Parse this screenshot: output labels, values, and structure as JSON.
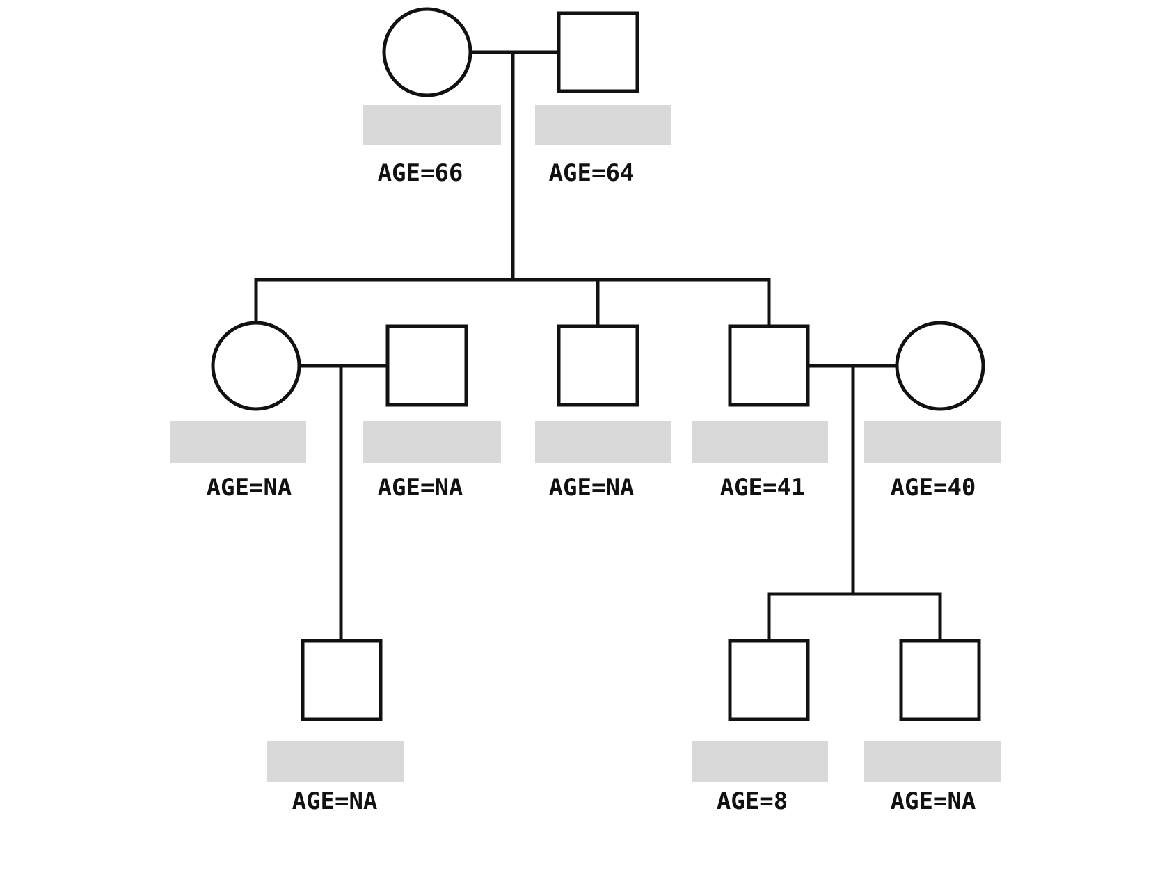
{
  "pedigree": {
    "people": [
      {
        "id": "gen1-female",
        "sex": "female",
        "age_label": "AGE=66"
      },
      {
        "id": "gen1-male",
        "sex": "male",
        "age_label": "AGE=64"
      },
      {
        "id": "gen2-female-1",
        "sex": "female",
        "age_label": "AGE=NA"
      },
      {
        "id": "gen2-male-spouse",
        "sex": "male",
        "age_label": "AGE=NA"
      },
      {
        "id": "gen2-male-2",
        "sex": "male",
        "age_label": "AGE=NA"
      },
      {
        "id": "gen2-male-3",
        "sex": "male",
        "age_label": "AGE=41"
      },
      {
        "id": "gen2-female-spouse",
        "sex": "female",
        "age_label": "AGE=40"
      },
      {
        "id": "gen3-male-1",
        "sex": "male",
        "age_label": "AGE=NA"
      },
      {
        "id": "gen3-male-2",
        "sex": "male",
        "age_label": "AGE=8"
      },
      {
        "id": "gen3-male-3",
        "sex": "male",
        "age_label": "AGE=NA"
      }
    ],
    "colors": {
      "line": "#111111",
      "redaction": "#d9d9d9",
      "background": "#ffffff"
    }
  }
}
